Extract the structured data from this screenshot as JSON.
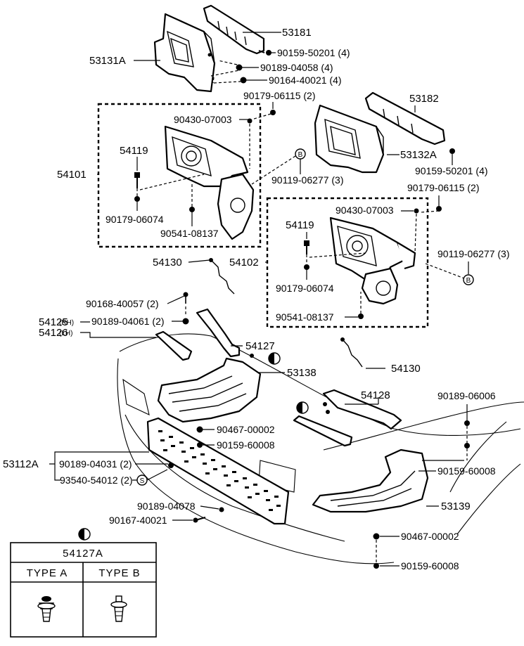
{
  "parts": {
    "p53181": "53181",
    "p53131A": "53131A",
    "p90159_50201_a": "90159-50201 (4)",
    "p90189_04058": "90189-04058 (4)",
    "p90164_40021": "90164-40021 (4)",
    "p90179_06115_a": "90179-06115 (2)",
    "p53182": "53182",
    "p90430_07003_a": "90430-07003",
    "p53132A": "53132A",
    "p54119_a": "54119",
    "p90159_50201_b": "90159-50201 (4)",
    "p54101": "54101",
    "p90119_06277_a": "90119-06277 (3)",
    "p90179_06115_b": "90179-06115 (2)",
    "p90179_06074_a": "90179-06074",
    "p90430_07003_b": "90430-07003",
    "p90541_08137_a": "90541-08137",
    "p54119_b": "54119",
    "p54130_a": "54130",
    "p54102": "54102",
    "p90119_06277_b": "90119-06277 (3)",
    "p90179_06074_b": "90179-06074",
    "p90168_40057": "90168-40057 (2)",
    "p90541_08137_b": "90541-08137",
    "p54125": "54125",
    "p54125_side": "(RH)",
    "p90189_04061": "90189-04061 (2)",
    "p54126": "54126",
    "p54126_side": "(LH)",
    "p54127": "54127",
    "p54130_b": "54130",
    "p53138": "53138",
    "p54128": "54128",
    "p90189_06006": "90189-06006",
    "p90467_00002_a": "90467-00002",
    "p90159_60008_a": "90159-60008",
    "p53112A": "53112A",
    "p90189_04031": "90189-04031 (2)",
    "p90159_60008_b": "90159-60008",
    "p93540_54012": "93540-54012 (2)",
    "p53139": "53139",
    "p90189_04078": "90189-04078",
    "p90167_40021": "90167-40021",
    "p90467_00002_b": "90467-00002",
    "p90159_60008_c": "90159-60008"
  },
  "markers": {
    "b_symbol": "B",
    "s_symbol": "S"
  },
  "legend_table": {
    "title": "54127A",
    "type_a": "TYPE  A",
    "type_b": "TYPE  B"
  }
}
